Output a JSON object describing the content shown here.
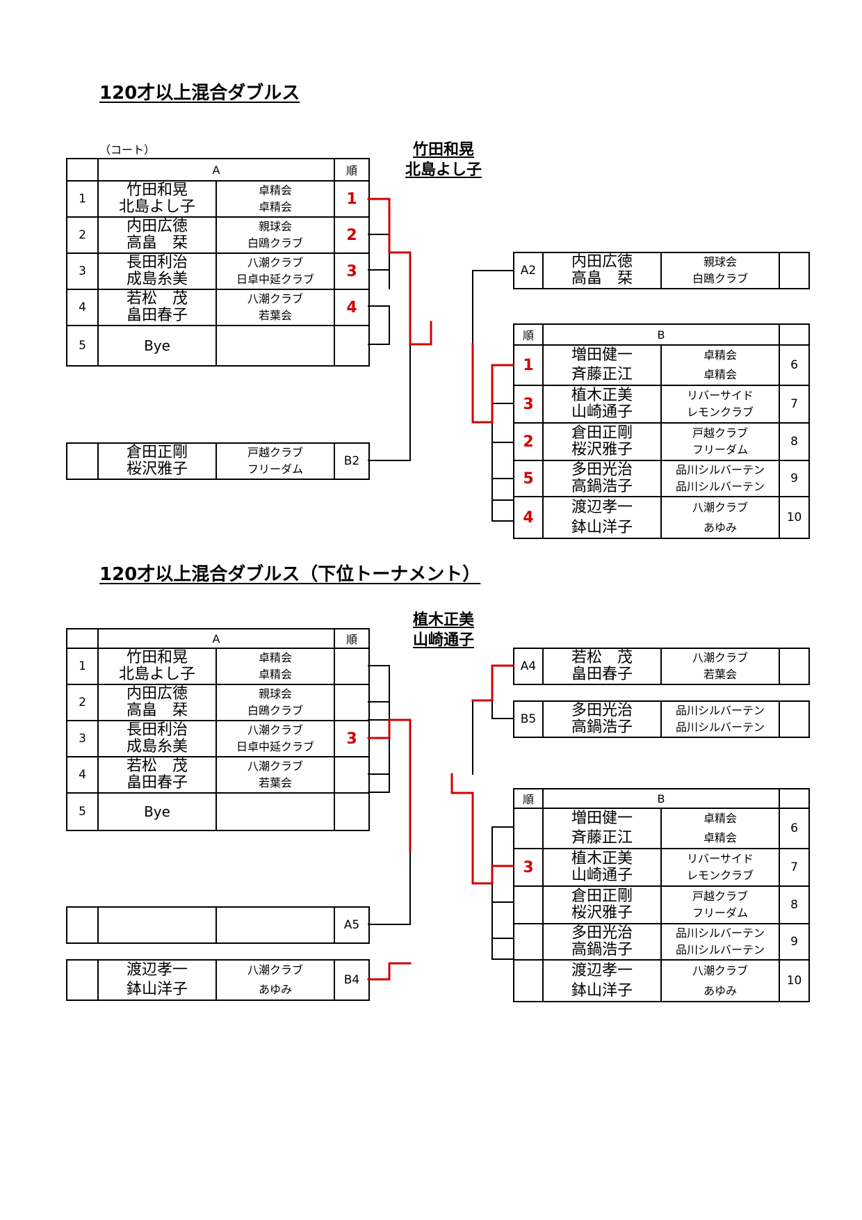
{
  "section1": {
    "title": "120才以上混合ダブルス",
    "court_note": "（コート）",
    "winner": {
      "p1": "竹田和晃",
      "p2": "北島よし子"
    },
    "groupA": {
      "header": "A",
      "rank_header": "順",
      "rows": [
        {
          "num": "1",
          "p1": "竹田和晃",
          "p2": "北島よし子",
          "c1": "卓精会",
          "c2": "卓精会",
          "rank": "1"
        },
        {
          "num": "2",
          "p1": "内田広徳",
          "p2": "高畠　栞",
          "c1": "親球会",
          "c2": "白鴎クラブ",
          "rank": "2"
        },
        {
          "num": "3",
          "p1": "長田利治",
          "p2": "成島糸美",
          "c1": "八潮クラブ",
          "c2": "日卓中延クラブ",
          "rank": "3"
        },
        {
          "num": "4",
          "p1": "若松　茂",
          "p2": "畠田春子",
          "c1": "八潮クラブ",
          "c2": "若葉会",
          "rank": "4"
        },
        {
          "num": "5",
          "bye": "Bye"
        }
      ]
    },
    "b2_entry": {
      "p1": "倉田正剛",
      "p2": "桜沢雅子",
      "c1": "戸越クラブ",
      "c2": "フリーダム",
      "label": "B2"
    },
    "a2_entry": {
      "label": "A2",
      "p1": "内田広徳",
      "p2": "高畠　栞",
      "c1": "親球会",
      "c2": "白鴎クラブ"
    },
    "groupB": {
      "header": "B",
      "rank_header": "順",
      "rows": [
        {
          "rank": "1",
          "p1": "増田健一",
          "p2": "斉藤正江",
          "c1": "卓精会",
          "c2": "卓精会",
          "num": "6"
        },
        {
          "rank": "3",
          "p1": "植木正美",
          "p2": "山崎通子",
          "c1": "リバーサイド",
          "c2": "レモンクラブ",
          "num": "7"
        },
        {
          "rank": "2",
          "p1": "倉田正剛",
          "p2": "桜沢雅子",
          "c1": "戸越クラブ",
          "c2": "フリーダム",
          "num": "8"
        },
        {
          "rank": "5",
          "p1": "多田光治",
          "p2": "高鍋浩子",
          "c1": "品川シルバーテン",
          "c2": "品川シルバーテン",
          "num": "9"
        },
        {
          "rank": "4",
          "p1": "渡辺孝一",
          "p2": "鉢山洋子",
          "c1": "八潮クラブ",
          "c2": "あゆみ",
          "num": "10"
        }
      ]
    }
  },
  "section2": {
    "title": "120才以上混合ダブルス（下位トーナメント）",
    "winner": {
      "p1": "植木正美",
      "p2": "山崎通子"
    },
    "groupA": {
      "header": "A",
      "rank_header": "順",
      "rows": [
        {
          "num": "1",
          "p1": "竹田和晃",
          "p2": "北島よし子",
          "c1": "卓精会",
          "c2": "卓精会",
          "rank": ""
        },
        {
          "num": "2",
          "p1": "内田広徳",
          "p2": "高畠　栞",
          "c1": "親球会",
          "c2": "白鴎クラブ",
          "rank": ""
        },
        {
          "num": "3",
          "p1": "長田利治",
          "p2": "成島糸美",
          "c1": "八潮クラブ",
          "c2": "日卓中延クラブ",
          "rank": "3"
        },
        {
          "num": "4",
          "p1": "若松　茂",
          "p2": "畠田春子",
          "c1": "八潮クラブ",
          "c2": "若葉会",
          "rank": ""
        },
        {
          "num": "5",
          "bye": "Bye"
        }
      ]
    },
    "a5_entry": {
      "label": "A5"
    },
    "b4_entry": {
      "p1": "渡辺孝一",
      "p2": "鉢山洋子",
      "c1": "八潮クラブ",
      "c2": "あゆみ",
      "label": "B4"
    },
    "a4_entry": {
      "label": "A4",
      "p1": "若松　茂",
      "p2": "畠田春子",
      "c1": "八潮クラブ",
      "c2": "若葉会"
    },
    "b5_entry": {
      "label": "B5",
      "p1": "多田光治",
      "p2": "高鍋浩子",
      "c1": "品川シルバーテン",
      "c2": "品川シルバーテン"
    },
    "groupB": {
      "header": "B",
      "rank_header": "順",
      "rows": [
        {
          "rank": "",
          "p1": "増田健一",
          "p2": "斉藤正江",
          "c1": "卓精会",
          "c2": "卓精会",
          "num": "6"
        },
        {
          "rank": "3",
          "p1": "植木正美",
          "p2": "山崎通子",
          "c1": "リバーサイド",
          "c2": "レモンクラブ",
          "num": "7"
        },
        {
          "rank": "",
          "p1": "倉田正剛",
          "p2": "桜沢雅子",
          "c1": "戸越クラブ",
          "c2": "フリーダム",
          "num": "8"
        },
        {
          "rank": "",
          "p1": "多田光治",
          "p2": "高鍋浩子",
          "c1": "品川シルバーテン",
          "c2": "品川シルバーテン",
          "num": "9"
        },
        {
          "rank": "",
          "p1": "渡辺孝一",
          "p2": "鉢山洋子",
          "c1": "八潮クラブ",
          "c2": "あゆみ",
          "num": "10"
        }
      ]
    }
  },
  "colors": {
    "winner_line": "#d00000",
    "line": "#000000",
    "rank_text": "#d00000"
  }
}
